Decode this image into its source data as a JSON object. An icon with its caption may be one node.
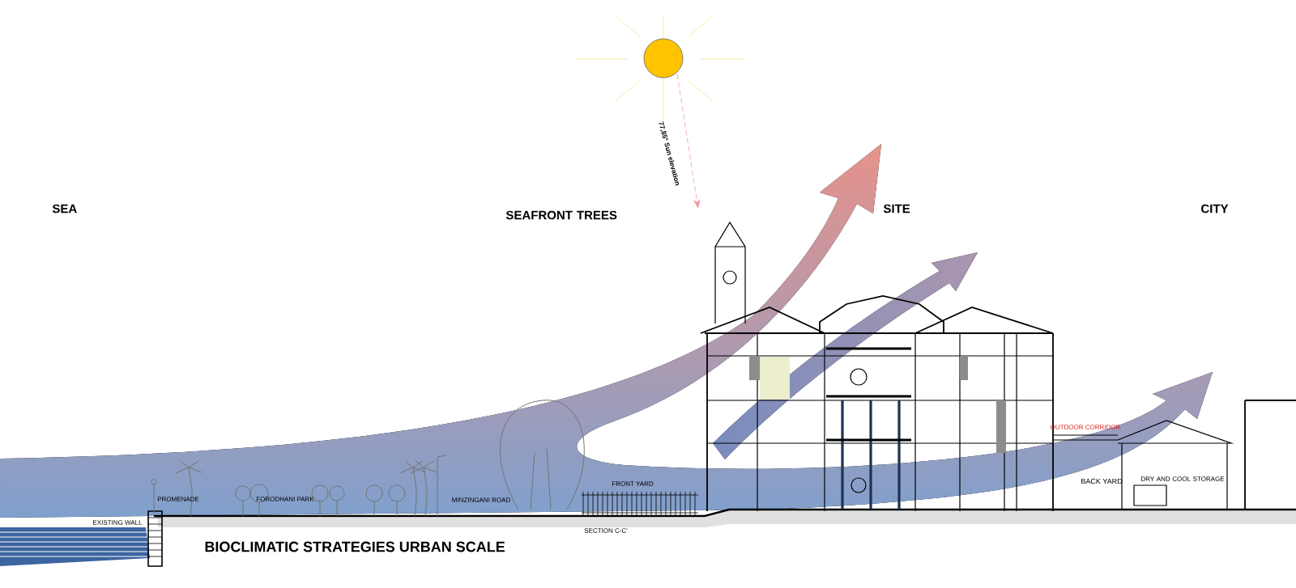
{
  "diagram": {
    "title": "BIOCLIMATIC STRATEGIES URBAN SCALE",
    "labels": [
      "SEA",
      "SEAFRONT TREES",
      "SITE",
      "CITY",
      "77,85° Sun elevation",
      "OUTDOOR CORRIDOR",
      "BACK YARD",
      "DRY AND COOL STORAGE",
      "PROMENADE",
      "FORODHANI PARK",
      "MINZINGANI ROAD",
      "FRONT YARD",
      "EXISTING WALL",
      "SECTION C-C'"
    ]
  }
}
